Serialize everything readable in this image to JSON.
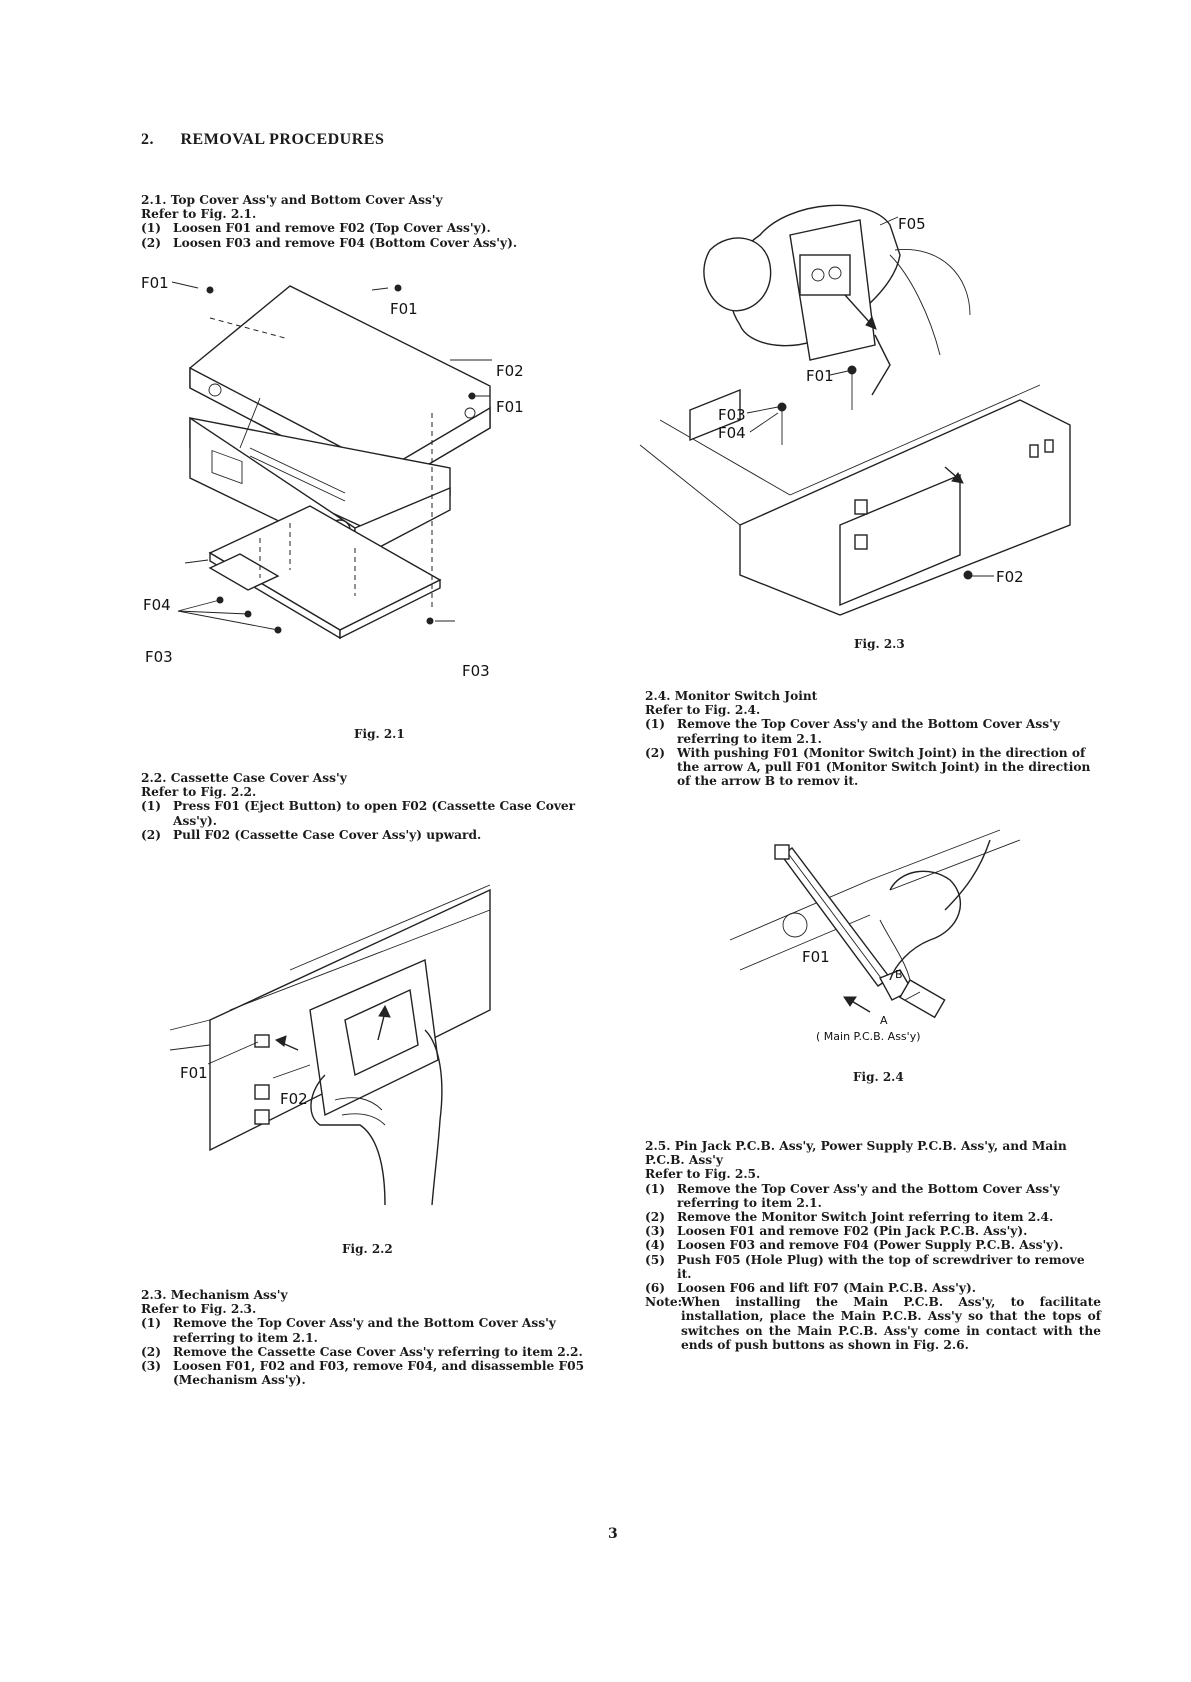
{
  "heading": {
    "num": "2.",
    "text": "REMOVAL PROCEDURES"
  },
  "s21": {
    "title": "2.1. Top Cover Ass'y and Bottom Cover Ass'y",
    "ref": "Refer to Fig. 2.1.",
    "steps": [
      {
        "n": "(1)",
        "t": "Loosen F01 and remove F02 (Top Cover Ass'y)."
      },
      {
        "n": "(2)",
        "t": "Loosen F03 and remove F04 (Bottom Cover Ass'y)."
      }
    ]
  },
  "fig21": {
    "caption": "Fig. 2.1",
    "labels": {
      "f01a": "F01",
      "f01b": "F01",
      "f01c": "F01",
      "f02": "F02",
      "f03a": "F03",
      "f03b": "F03",
      "f04": "F04"
    }
  },
  "s22": {
    "title": "2.2. Cassette Case Cover Ass'y",
    "ref": "Refer to Fig. 2.2.",
    "steps": [
      {
        "n": "(1)",
        "t": "Press F01 (Eject Button) to open F02 (Cassette Case Cover Ass'y)."
      },
      {
        "n": "(2)",
        "t": "Pull F02 (Cassette Case Cover Ass'y) upward."
      }
    ]
  },
  "fig22": {
    "caption": "Fig. 2.2",
    "labels": {
      "f01": "F01",
      "f02": "F02"
    }
  },
  "s23": {
    "title": "2.3. Mechanism Ass'y",
    "ref": "Refer to Fig. 2.3.",
    "steps": [
      {
        "n": "(1)",
        "t": "Remove the Top Cover Ass'y and the Bottom Cover Ass'y referring to item 2.1."
      },
      {
        "n": "(2)",
        "t": "Remove the Cassette Case Cover Ass'y referring to item 2.2."
      },
      {
        "n": "(3)",
        "t": "Loosen F01, F02 and F03, remove F04, and disassemble F05 (Mechanism Ass'y)."
      }
    ]
  },
  "fig23": {
    "caption": "Fig. 2.3",
    "labels": {
      "f05": "F05",
      "f01": "F01",
      "f03": "F03",
      "f04": "F04",
      "f02": "F02"
    }
  },
  "s24": {
    "title": "2.4. Monitor Switch Joint",
    "ref": "Refer to Fig. 2.4.",
    "steps": [
      {
        "n": "(1)",
        "t": "Remove the Top Cover Ass'y and the Bottom Cover Ass'y referring to item 2.1."
      },
      {
        "n": "(2)",
        "t": "With pushing F01 (Monitor Switch Joint) in the direction of the arrow A, pull F01 (Monitor Switch Joint) in the direction of the arrow B to remov it."
      }
    ]
  },
  "fig24": {
    "caption": "Fig. 2.4",
    "labels": {
      "f01": "F01",
      "a": "A",
      "b": "B",
      "main": "( Main P.C.B. Ass'y)"
    }
  },
  "s25": {
    "title": "2.5. Pin Jack P.C.B. Ass'y, Power Supply P.C.B. Ass'y, and Main P.C.B. Ass'y",
    "ref": "Refer to Fig. 2.5.",
    "steps": [
      {
        "n": "(1)",
        "t": "Remove the Top Cover Ass'y and the Bottom Cover Ass'y referring to item 2.1."
      },
      {
        "n": "(2)",
        "t": "Remove the Monitor Switch Joint referring to item 2.4."
      },
      {
        "n": "(3)",
        "t": "Loosen F01 and remove F02 (Pin Jack P.C.B. Ass'y)."
      },
      {
        "n": "(4)",
        "t": "Loosen F03 and remove F04 (Power Supply P.C.B. Ass'y)."
      },
      {
        "n": "(5)",
        "t": "Push F05 (Hole Plug) with the top of screwdriver to remove it."
      },
      {
        "n": "(6)",
        "t": "Loosen F06 and lift F07 (Main P.C.B. Ass'y)."
      },
      {
        "n": "Note:",
        "t": "When installing the Main P.C.B. Ass'y, to facilitate installation, place the Main P.C.B. Ass'y so that the tops of switches on the Main P.C.B. Ass'y come in contact with the ends of push buttons as shown in Fig. 2.6."
      }
    ]
  },
  "page_number": "3"
}
